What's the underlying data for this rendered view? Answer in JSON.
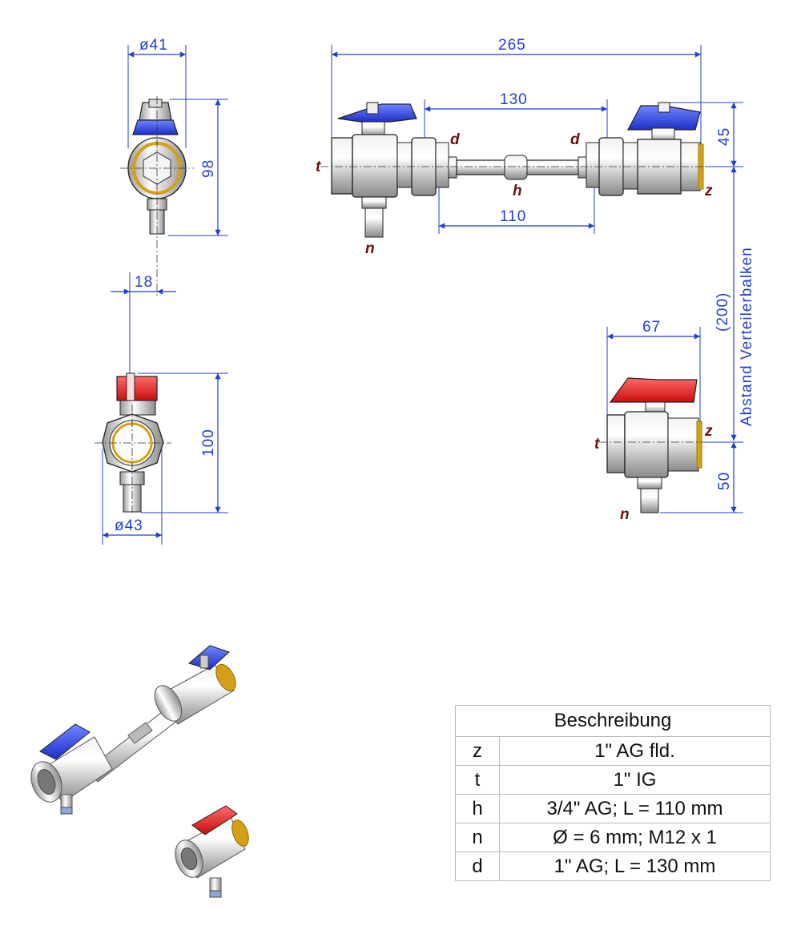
{
  "dimensions": {
    "dia41": "ø41",
    "h98": "98",
    "w18": "18",
    "h100": "100",
    "dia43": "ø43",
    "w265": "265",
    "w130": "130",
    "w110": "110",
    "h45": "45",
    "w67": "67",
    "h50": "50",
    "spacing": "(200)",
    "spacing_label": "Abstand Verteilerbalken"
  },
  "labels": {
    "t": "t",
    "d": "d",
    "h": "h",
    "n": "n",
    "z": "z"
  },
  "colors": {
    "dimension": "#1f3fd0",
    "label": "#6a1010",
    "handle_blue": "#2b3fe0",
    "handle_red": "#e01818",
    "thread_gold": "#d4a017"
  },
  "table": {
    "header": "Beschreibung",
    "rows": [
      {
        "key": "z",
        "value": "1\" AG fld."
      },
      {
        "key": "t",
        "value": "1\" IG"
      },
      {
        "key": "h",
        "value": "3/4\" AG; L = 110 mm"
      },
      {
        "key": "n",
        "value": "Ø = 6 mm; M12 x 1"
      },
      {
        "key": "d",
        "value": "1\" AG; L = 130 mm"
      }
    ]
  }
}
